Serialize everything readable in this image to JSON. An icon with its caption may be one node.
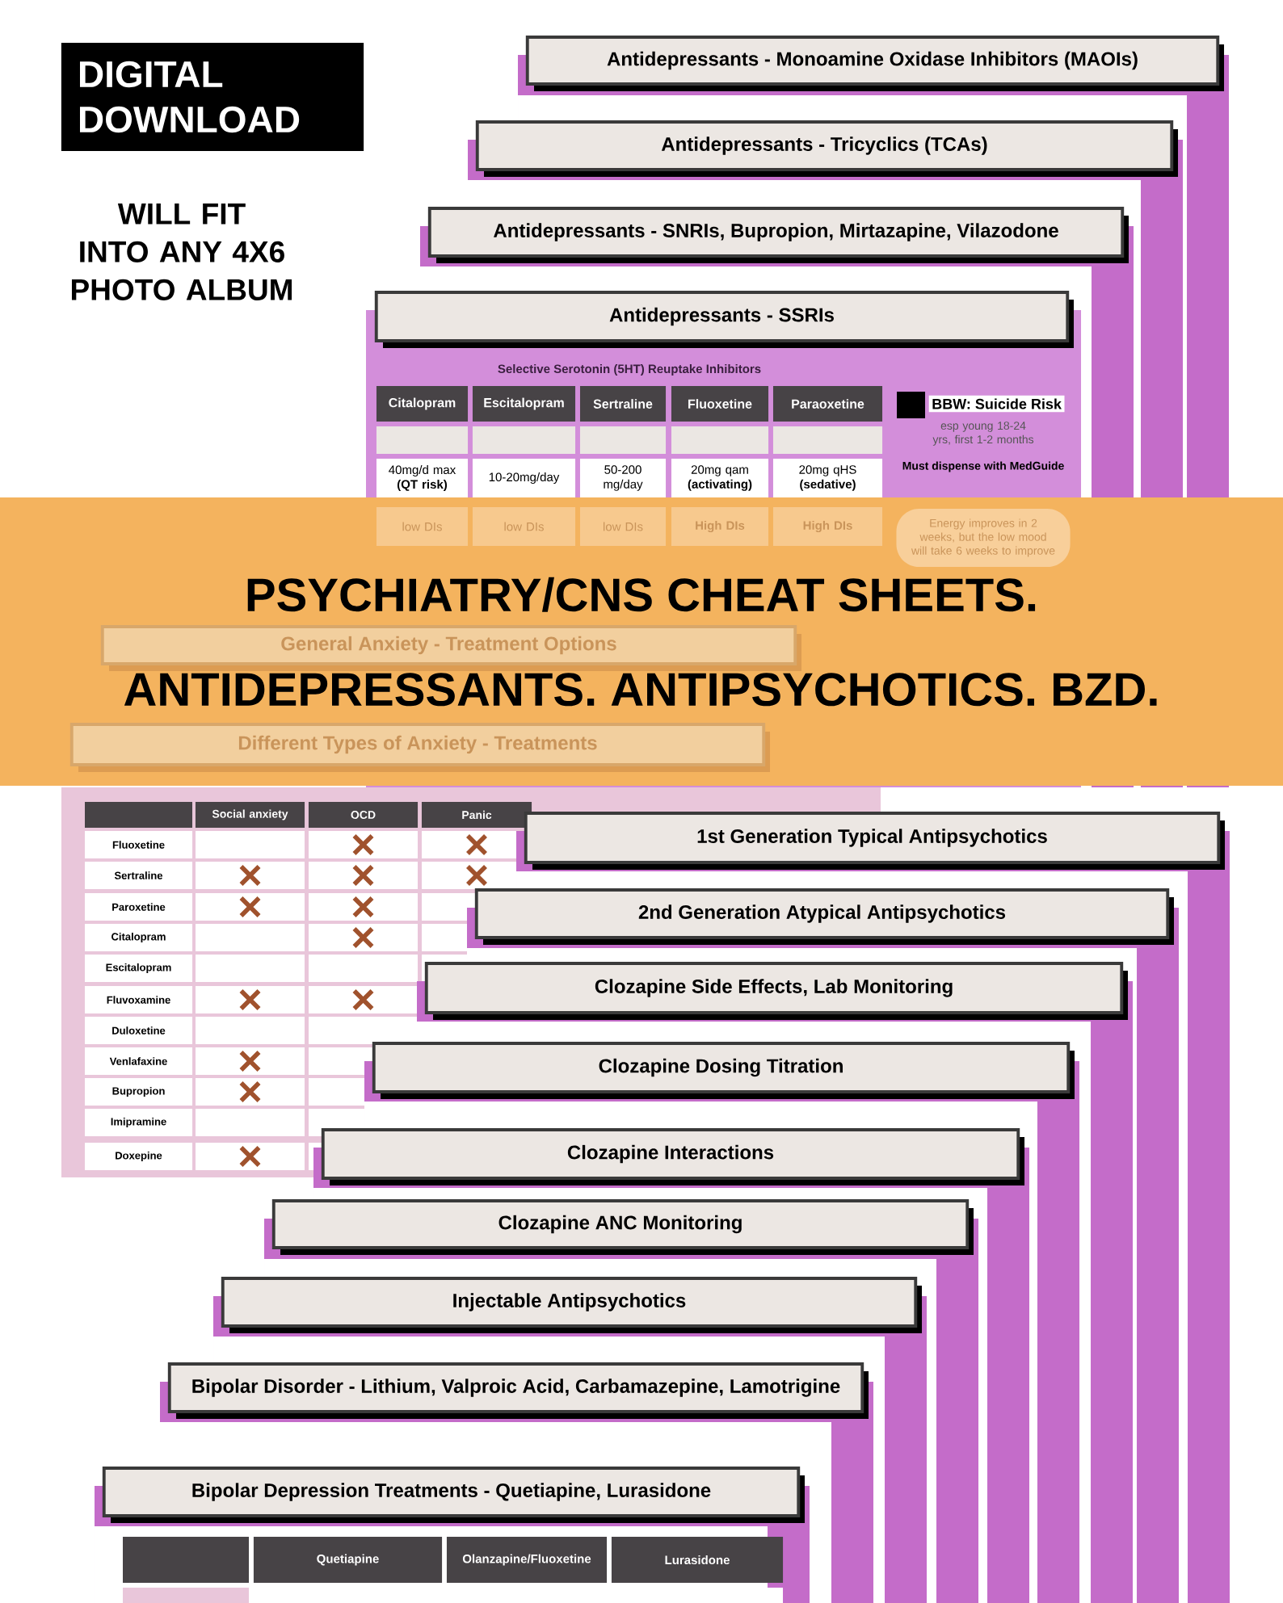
{
  "diagram": {
    "title": "PSYCHIATRY/CNS CHEAT SHEETS.",
    "nodes": [
      {
        "text": [
          "DIGITAL DOWNLOAD"
        ]
      },
      {
        "text": [
          "Antidepressants - Monoamine Oxidase Inhibitors (MAOIs)"
        ]
      },
      {
        "text": [
          "Antidepressants - Tricyclics (TCAs)"
        ]
      },
      {
        "text": [
          "Antidepressants - SNRIs, Bupropion, Mirtazapine, Vilazodone"
        ]
      },
      {
        "text": [
          "Antidepressants - SSRIs"
        ]
      },
      {
        "text": [
          "ANTIDEPRESSANTS. ANTIPSYCHOTICS. BZD."
        ]
      },
      {
        "text": [
          "General Anxiety - Treatment Options"
        ],
        "in": 5
      },
      {
        "text": [
          "Different Types of Anxiety - Treatments"
        ],
        "in": 5
      },
      {
        "text": [
          "1st Generation Typical Antipsychotics"
        ]
      },
      {
        "text": [
          "2nd Generation Atypical Antipsychotics"
        ]
      },
      {
        "text": [
          "Clozapine Side Effects, Lab Monitoring"
        ]
      },
      {
        "text": [
          "Clozapine Dosing Titration"
        ]
      },
      {
        "text": [
          "Clozapine Interactions"
        ]
      },
      {
        "text": [
          "Clozapine ANC Monitoring"
        ]
      },
      {
        "text": [
          "Injectable Antipsychotics"
        ]
      },
      {
        "text": [
          "Bipolar Disorder - Lithium, Valproic Acid, Carbamazepine, Lamotrigine"
        ]
      },
      {
        "text": [
          "Bipolar Depression Treatments - Quetiapine, Lurasidone"
        ]
      }
    ],
    "labels": [
      "WILL FIT INTO ANY 4X6 PHOTO ALBUM",
      "Selective Serotonin (5HT) Reuptake Inhibitors",
      "Citalopram",
      "Escitalopram",
      "Sertraline",
      "Fluoxetine",
      "Paraoxetine",
      "BBW: Suicide Risk",
      "esp young 18-24 yrs, first 1-2 months",
      "40mg/d max **(QT risk)**",
      "10-20mg/day",
      "50-200 mg/day",
      "20mg qam **(activating)**",
      "20mg qHS **(sedative)**",
      "Must dispense with MedGuide",
      "low DIs",
      "low DIs",
      "low DIs",
      "High DIs",
      "High DIs",
      "Energy improves in 2 weeks, but the low mood will take 6 weeks to improve",
      "Social anxiety",
      "OCD",
      "Panic",
      "Fluoxetine",
      "Sertraline",
      "Paroxetine",
      "Citalopram",
      "Escitalopram",
      "Fluvoxamine",
      "Duloxetine",
      "Venlafaxine",
      "Bupropion",
      "Imipramine",
      "Doxepine",
      "Quetiapine",
      "Olanzapine/Fluoxetine",
      "Lurasidone"
    ]
  }
}
